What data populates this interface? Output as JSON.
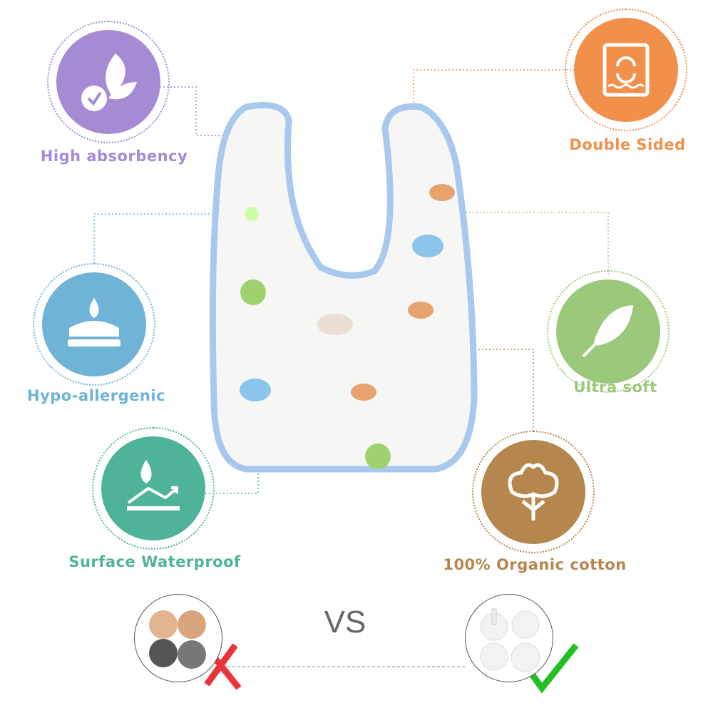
{
  "features": [
    {
      "label": "High absorbency",
      "icon": "leaf-check-icon",
      "color": "#a48bd4"
    },
    {
      "label": "Double Sided",
      "icon": "reversible-pad-icon",
      "color": "#f0904a"
    },
    {
      "label": "Hypo-allergenic",
      "icon": "droplet-layer-icon",
      "color": "#6fb3d6"
    },
    {
      "label": "Ultra soft",
      "icon": "feather-icon",
      "color": "#9cc87c"
    },
    {
      "label": "Surface Waterproof",
      "icon": "water-repel-icon",
      "color": "#4fb39a"
    },
    {
      "label": "100% Organic cotton",
      "icon": "cotton-icon",
      "color": "#b5874e"
    }
  ],
  "comparison": {
    "vs": "VS",
    "bad": "metal-snaps",
    "good": "plastic-snaps"
  }
}
